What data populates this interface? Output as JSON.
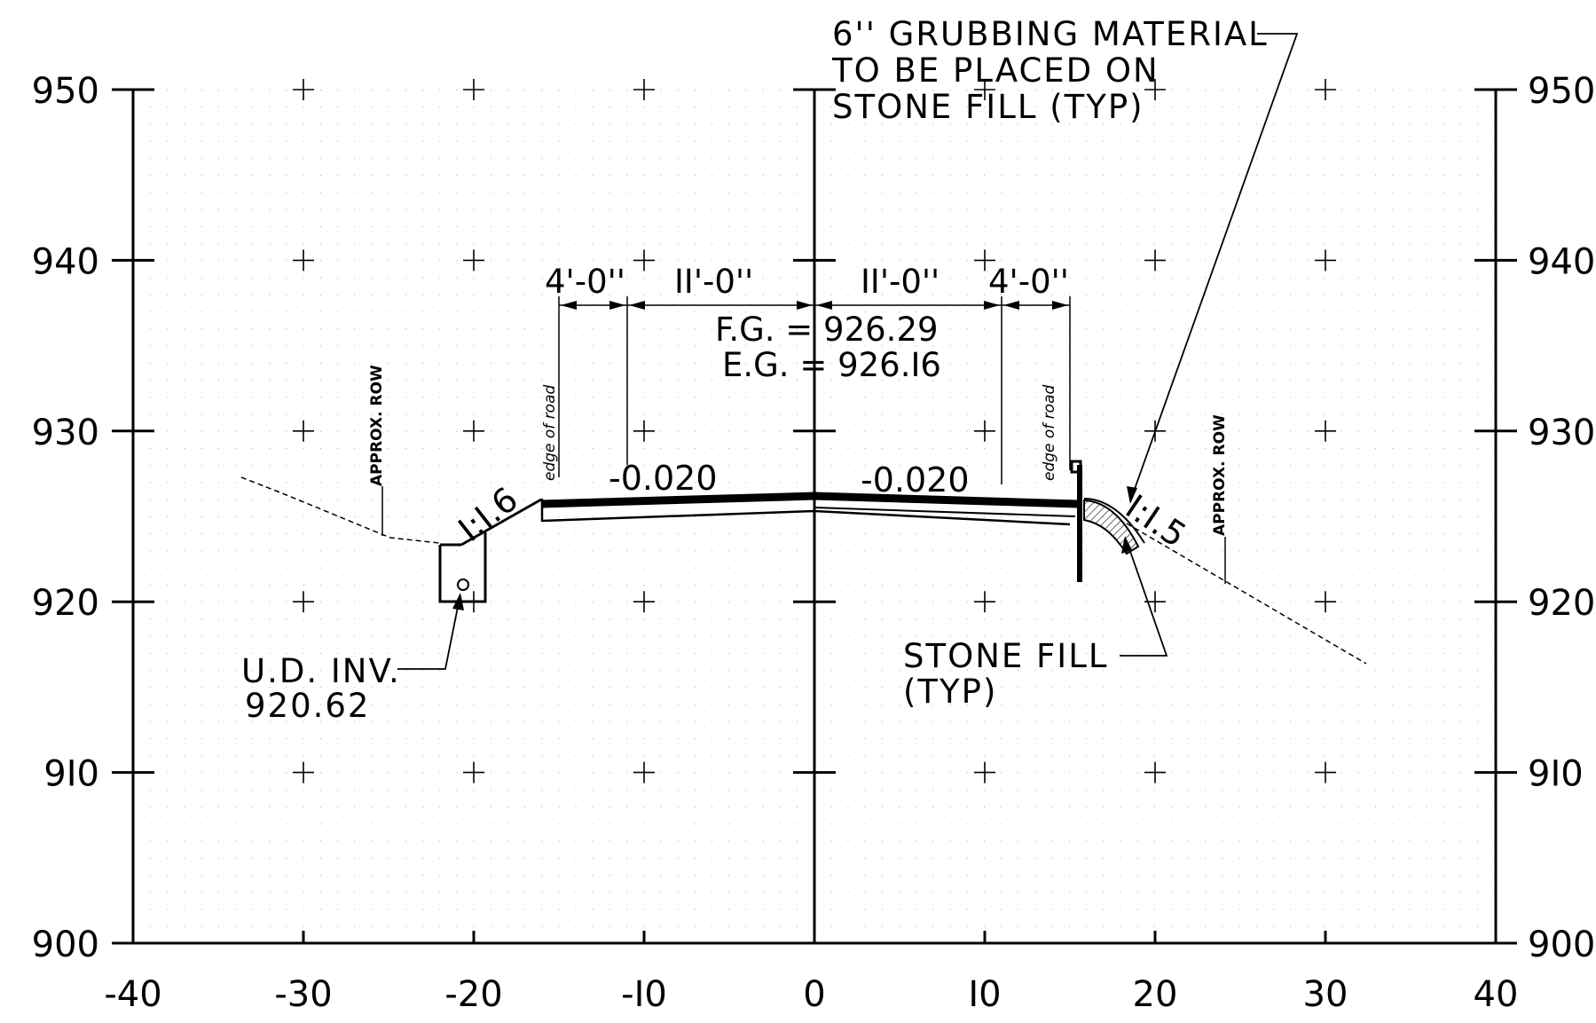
{
  "drawing": {
    "x_axis": {
      "ticks": [
        -40,
        -30,
        -20,
        -10,
        0,
        10,
        20,
        30,
        40
      ],
      "tick_labels": [
        "-40",
        "-30",
        "-20",
        "-I0",
        "0",
        "I0",
        "20",
        "30",
        "40"
      ],
      "range": [
        -40,
        40
      ]
    },
    "y_axis": {
      "ticks": [
        900,
        910,
        920,
        930,
        940,
        950
      ],
      "tick_labels": [
        "900",
        "9I0",
        "920",
        "930",
        "940",
        "950"
      ],
      "range": [
        900,
        950
      ]
    },
    "grid": "dotted",
    "grubbing_note": {
      "line1": "6'' GRUBBING MATERIAL",
      "line2": "TO BE PLACED ON",
      "line3": "STONE FILL (TYP)"
    },
    "dimensions": {
      "left_shoulder": "4'-0''",
      "left_lane": "II'-0''",
      "right_lane": "II'-0''",
      "right_shoulder": "4'-0''"
    },
    "grades": {
      "fg": "F.G. = 926.29",
      "eg": "E.G. = 926.I6"
    },
    "slopes": {
      "left_cross": "-0.020",
      "right_cross": "-0.020",
      "left_side": "I:I.6",
      "right_side": "I:I.5"
    },
    "edge_of_road_left": "edge of road",
    "edge_of_road_right": "edge of road",
    "row_left": "APPROX. ROW",
    "row_right": "APPROX. ROW",
    "underdrain": {
      "line1": "U.D. INV.",
      "line2": "920.62"
    },
    "stone_fill": {
      "line1": "STONE FILL",
      "line2": "(TYP)"
    }
  }
}
